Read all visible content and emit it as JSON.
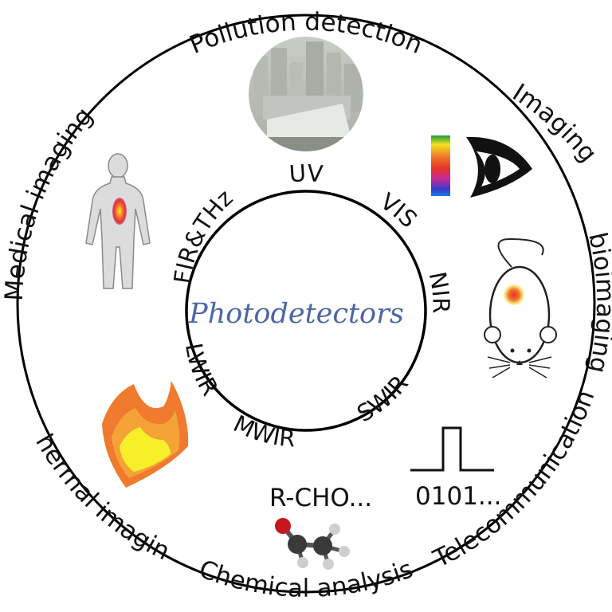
{
  "center_title": "Photodetectors",
  "applications": [
    {
      "id": "pollution",
      "label": "Pollution detection"
    },
    {
      "id": "imaging",
      "label": "Imaging"
    },
    {
      "id": "bioimaging",
      "label": "bioimaging"
    },
    {
      "id": "telecom",
      "label": "Telecommunication"
    },
    {
      "id": "chemical",
      "label": "Chemical analysis"
    },
    {
      "id": "thermal",
      "label": "Thermal imaging"
    },
    {
      "id": "medical",
      "label": "Medical imaging"
    }
  ],
  "bands": [
    {
      "id": "uv",
      "label": "UV"
    },
    {
      "id": "vis",
      "label": "VIS"
    },
    {
      "id": "nir",
      "label": "NIR"
    },
    {
      "id": "swir",
      "label": "SWIR"
    },
    {
      "id": "mwir",
      "label": "MWIR"
    },
    {
      "id": "lwir",
      "label": "LWIR"
    },
    {
      "id": "fir",
      "label": "FIR&THz"
    }
  ],
  "illustrations": {
    "chemical_formula": "R-CHO...",
    "telecom_code": "0101..."
  },
  "icons": [
    "city-smog-photo",
    "eye-icon",
    "color-spectrum-bar",
    "mouse-icon",
    "pulse-signal-icon",
    "molecule-icon",
    "flame-icon",
    "human-body-icon"
  ],
  "colors": {
    "center_text": "#4a66a8",
    "rings": "#000000",
    "flame_outer": "#f07a2e",
    "flame_inner": "#f7ef2a",
    "hotspot": "#e8322a"
  }
}
